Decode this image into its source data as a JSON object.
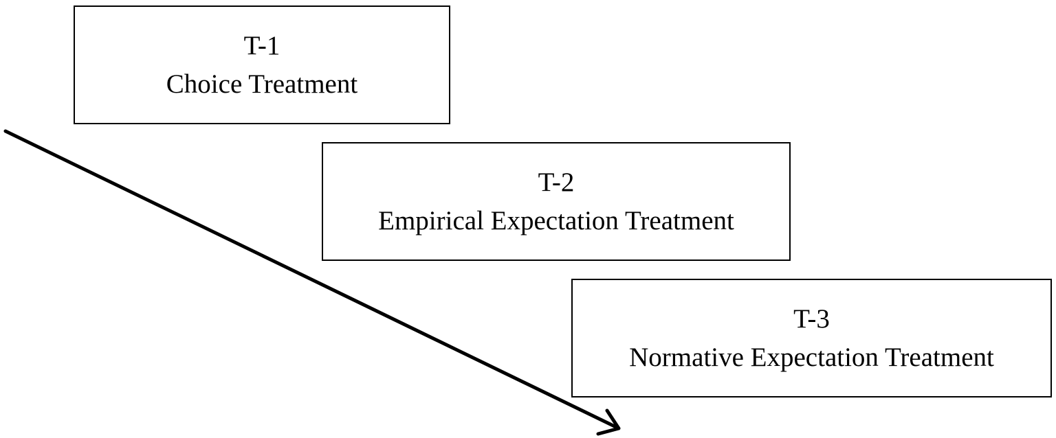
{
  "treatments": [
    {
      "id": "T-1",
      "name": "Choice Treatment"
    },
    {
      "id": "T-2",
      "name": "Empirical Expectation Treatment"
    },
    {
      "id": "T-3",
      "name": "Normative Expectation Treatment"
    }
  ],
  "colors": {
    "stroke": "#000000",
    "background": "#ffffff"
  }
}
